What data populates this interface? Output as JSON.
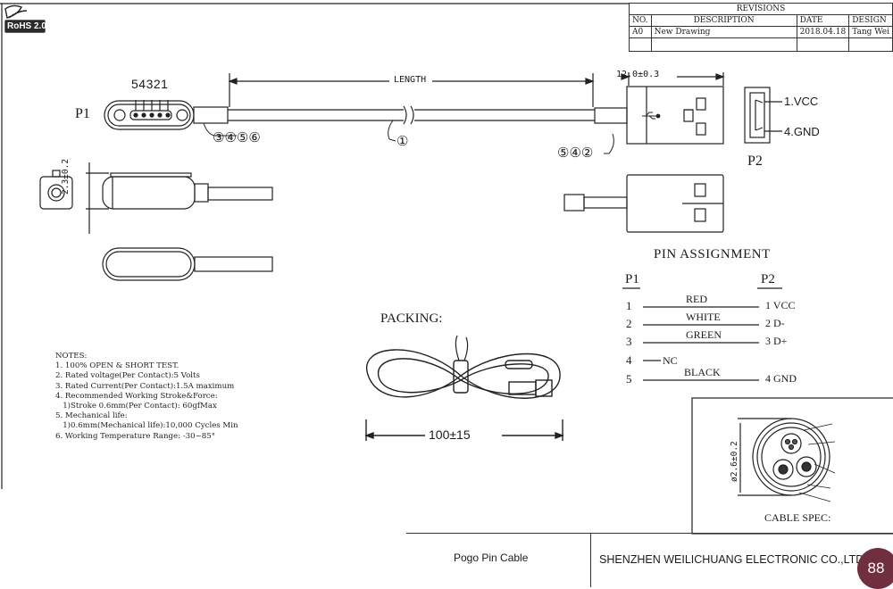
{
  "logo_text": "RoHS 2.0",
  "revisions": {
    "title": "REVISIONS",
    "headers": [
      "NO.",
      "DESCRIPTION",
      "DATE",
      "DESIGN"
    ],
    "rows": [
      [
        "A0",
        "New Drawing",
        "2018.04.18",
        "Tang Wei"
      ]
    ]
  },
  "connector": {
    "label_p1": "P1",
    "pin_numbers": "54321",
    "bottom_pins": "③④⑤⑥",
    "body_height": "2.3±0.2"
  },
  "cable": {
    "length_label": "LENGTH",
    "cable_mark": "①",
    "usb_pins": "⑤④②",
    "usb_dim": "12.0±0.3"
  },
  "p2": {
    "label": "P2",
    "vcc": "1.VCC",
    "gnd": "4.GND"
  },
  "pin_assignment": {
    "title": "PIN ASSIGNMENT",
    "col_p1": "P1",
    "col_p2": "P2",
    "rows": [
      {
        "p1": "1",
        "wire": "RED",
        "p2": "1 VCC"
      },
      {
        "p1": "2",
        "wire": "WHITE",
        "p2": "2 D-"
      },
      {
        "p1": "3",
        "wire": "GREEN",
        "p2": "3 D+"
      },
      {
        "p1": "4",
        "wire": "NC",
        "p2": ""
      },
      {
        "p1": "5",
        "wire": "BLACK",
        "p2": "4 GND"
      }
    ]
  },
  "packing": {
    "title": "PACKING:",
    "dimension": "100±15"
  },
  "notes": {
    "title": "NOTES:",
    "lines": [
      "1. 100% OPEN & SHORT TEST.",
      "2. Rated voltage(Per Contact):5 Volts",
      "3. Rated Current(Per Contact):1.5A maximum",
      "4. Recommended Working Stroke&Force:",
      "   1)Stroke 0.6mm(Per Contact): 60gfMax",
      "5. Mechanical life:",
      "   1)0.6mm(Mechanical life):10,000 Cycles Min",
      "6. Working Temperature Range: -30~85°"
    ]
  },
  "cable_spec": {
    "title": "CABLE SPEC:",
    "diameter": "ø2.6±0.2"
  },
  "title_block": {
    "product": "Pogo Pin Cable",
    "company": "SHENZHEN WEILICHUANG ELECTRONIC CO.,LTD"
  },
  "page_number": "88"
}
